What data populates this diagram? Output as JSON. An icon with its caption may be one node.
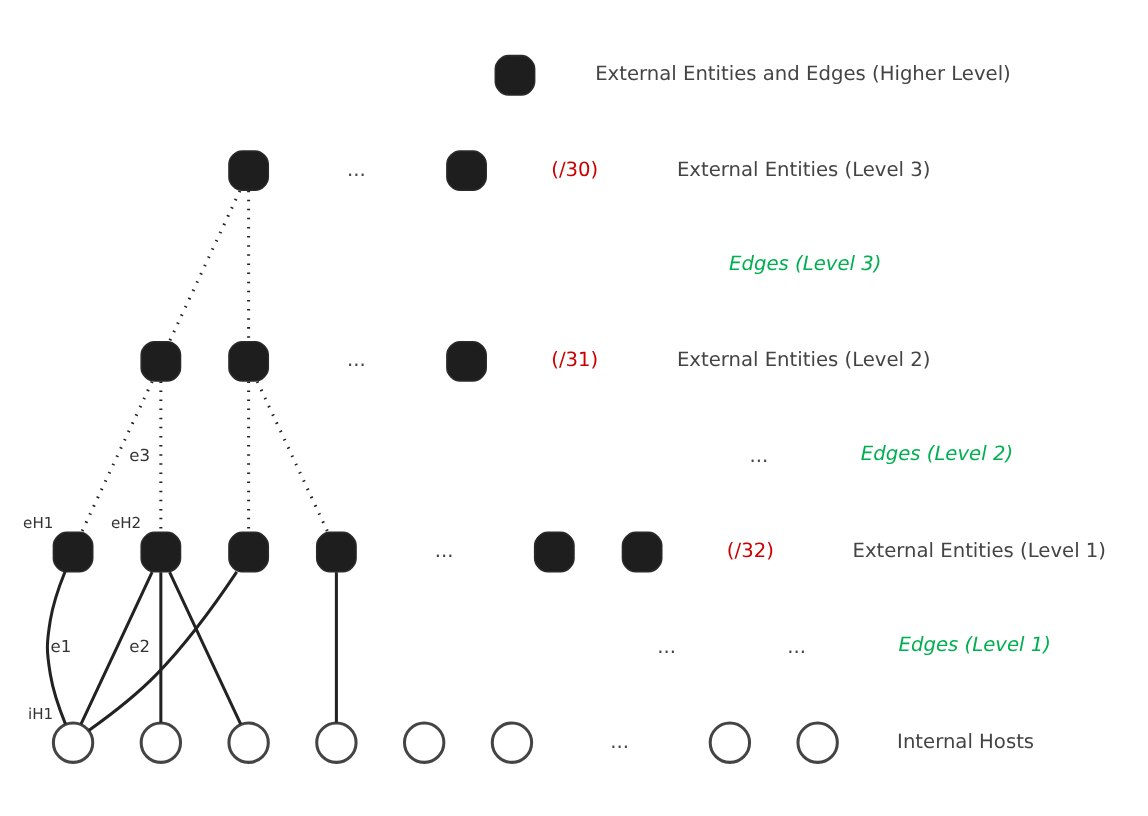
{
  "diagram": {
    "nodes": [
      {
        "text": [],
        "shape": "box"
      },
      {
        "text": [],
        "shape": "box"
      },
      {
        "text": [],
        "shape": "box"
      },
      {
        "text": [],
        "shape": "box"
      },
      {
        "text": [],
        "shape": "box"
      },
      {
        "text": [],
        "shape": "box"
      },
      {
        "text": [],
        "shape": "box",
        "beside": [
          "eH1"
        ]
      },
      {
        "text": [],
        "shape": "box",
        "beside": [
          "eH2"
        ]
      },
      {
        "text": [],
        "shape": "box"
      },
      {
        "text": [],
        "shape": "box"
      },
      {
        "text": [],
        "shape": "box"
      },
      {
        "text": [],
        "shape": "box"
      },
      {
        "text": [],
        "shape": "circle",
        "beside": [
          "iH1"
        ]
      },
      {
        "text": [],
        "shape": "circle"
      },
      {
        "text": [],
        "shape": "circle"
      },
      {
        "text": [],
        "shape": "circle"
      },
      {
        "text": [],
        "shape": "circle"
      },
      {
        "text": [],
        "shape": "circle"
      },
      {
        "text": [],
        "shape": "circle"
      },
      {
        "text": [],
        "shape": "circle"
      }
    ],
    "edges": [
      {
        "from": 1,
        "to": 3,
        "arrow": "none",
        "style": "dashed"
      },
      {
        "from": 1,
        "to": 4,
        "arrow": "none",
        "style": "dashed"
      },
      {
        "from": 3,
        "to": 6,
        "arrow": "none",
        "style": "dashed",
        "label": "e3"
      },
      {
        "from": 3,
        "to": 7,
        "arrow": "none",
        "style": "dashed"
      },
      {
        "from": 4,
        "to": 8,
        "arrow": "none",
        "style": "dashed"
      },
      {
        "from": 4,
        "to": 9,
        "arrow": "none",
        "style": "dashed"
      },
      {
        "from": 6,
        "to": 12,
        "arrow": "none",
        "label": "e1"
      },
      {
        "from": 7,
        "to": 12,
        "arrow": "none",
        "label": "e2"
      },
      {
        "from": 7,
        "to": 13,
        "arrow": "none"
      },
      {
        "from": 7,
        "to": 14,
        "arrow": "none"
      },
      {
        "from": 8,
        "to": 12,
        "arrow": "none"
      },
      {
        "from": 9,
        "to": 15,
        "arrow": "none"
      }
    ],
    "labels": [
      "External Entities and Edges (Higher Level)",
      "...",
      "(/30)",
      "External Entities (Level 3)",
      "Edges (Level 3)",
      "...",
      "(/31)",
      "External Entities (Level 2)",
      "...",
      "Edges (Level 2)",
      "...",
      "(/32)",
      "External Entities (Level 1)",
      "...",
      "...",
      "Edges (Level 1)",
      "...",
      "Internal Hosts"
    ]
  }
}
